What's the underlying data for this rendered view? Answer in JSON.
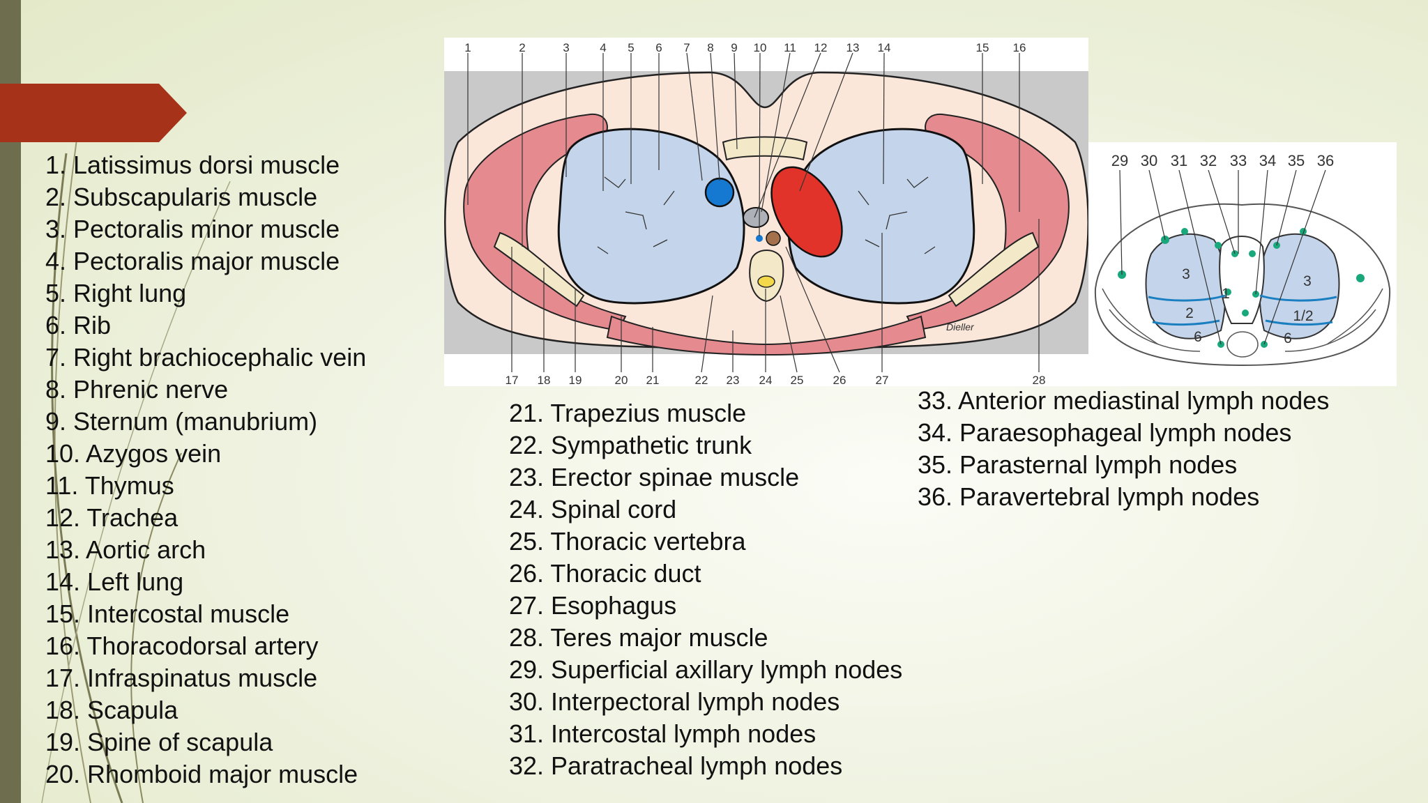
{
  "colors": {
    "accent": "#a63219",
    "left_bar": "#6e6e4e",
    "lung": "#c4d4ea",
    "muscle": "#e58a8f",
    "aorta": "#e2332a",
    "vein": "#1679d1",
    "lymph_node": "#19a77c"
  },
  "icons": {
    "accent": "chevron-arrow-tab"
  },
  "labels_col1": [
    "1. Latissimus dorsi muscle",
    "2. Subscapularis muscle",
    "3. Pectoralis minor muscle",
    "4. Pectoralis major muscle",
    "5. Right lung",
    "6. Rib",
    "7. Right brachiocephalic vein",
    "8. Phrenic nerve",
    "9. Sternum (manubrium)",
    "10. Azygos vein",
    "11. Thymus",
    "12. Trachea",
    "13. Aortic arch",
    "14. Left lung",
    "15. Intercostal muscle",
    "16. Thoracodorsal artery",
    "17. Infraspinatus muscle",
    "18. Scapula",
    "19. Spine of scapula",
    "20. Rhomboid major muscle"
  ],
  "labels_col2": [
    "21. Trapezius muscle",
    "22. Sympathetic trunk",
    "23. Erector spinae muscle",
    "24. Spinal cord",
    "25. Thoracic vertebra",
    "26. Thoracic duct",
    "27. Esophagus",
    "28. Teres major muscle",
    "29. Superficial axillary lymph nodes",
    "30. Interpectoral lymph nodes",
    "31. Intercostal lymph nodes",
    "32. Paratracheal lymph nodes"
  ],
  "labels_col3": [
    "33. Anterior mediastinal lymph nodes",
    "34. Paraesophageal lymph nodes",
    "35. Parasternal lymph nodes",
    "36. Paravertebral lymph nodes"
  ],
  "main_diagram": {
    "top_numbers": [
      "1",
      "2",
      "3",
      "4",
      "5",
      "6",
      "7",
      "8",
      "9",
      "10",
      "11",
      "12",
      "13",
      "14",
      "15",
      "16"
    ],
    "bottom_numbers": [
      "17",
      "18",
      "19",
      "20",
      "21",
      "22",
      "23",
      "24",
      "25",
      "26",
      "27",
      "28"
    ],
    "signature": "Dieller"
  },
  "node_diagram": {
    "top_numbers": [
      "29",
      "30",
      "31",
      "32",
      "33",
      "34",
      "35",
      "36"
    ],
    "region_labels": [
      "3",
      "2",
      "6",
      "1",
      "3",
      "1/2",
      "6"
    ]
  }
}
